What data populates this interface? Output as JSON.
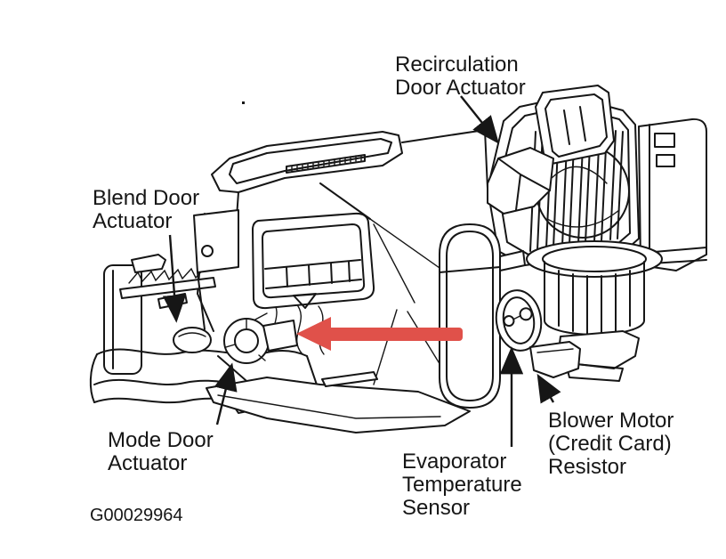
{
  "figure": {
    "kind": "automotive-hvac-parts-diagram",
    "part_number": "G00029964",
    "labels": {
      "recirculation": "Recirculation\nDoor Actuator",
      "blend": "Blend Door\nActuator",
      "mode": "Mode Door\nActuator",
      "evaporator": "Evaporator\nTemperature\nSensor",
      "blower": "Blower Motor\n(Credit Card)\nResistor"
    },
    "colors": {
      "line": "#161616",
      "background": "#ffffff",
      "pointer_red": "#e0514a"
    }
  }
}
